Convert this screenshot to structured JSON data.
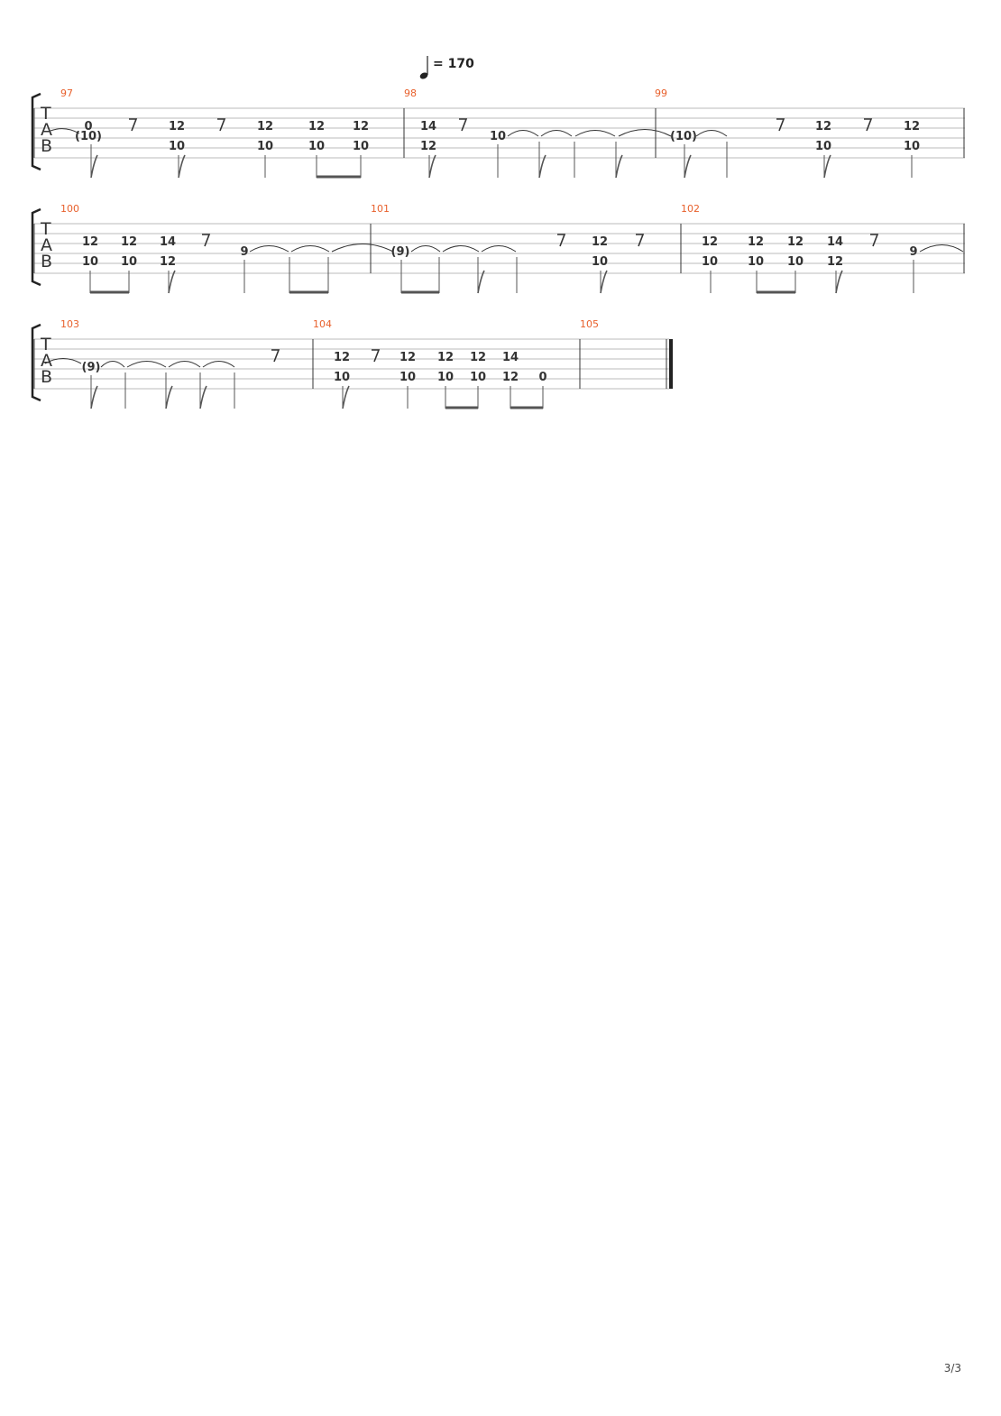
{
  "tempo": {
    "label": "= 170"
  },
  "page_number": "3/3",
  "tab_clef": [
    "T",
    "A",
    "B"
  ],
  "systems": [
    {
      "bars": [
        {
          "number": "97",
          "frets": [
            {
              "string": 2,
              "text": "0"
            },
            {
              "string": 3,
              "text": "(10)"
            },
            {
              "string": 2,
              "text": "12"
            },
            {
              "string": 4,
              "text": "10"
            },
            {
              "string": 2,
              "text": "12"
            },
            {
              "string": 4,
              "text": "10"
            },
            {
              "string": 2,
              "text": "12"
            },
            {
              "string": 4,
              "text": "10"
            },
            {
              "string": 2,
              "text": "12"
            },
            {
              "string": 4,
              "text": "10"
            }
          ]
        },
        {
          "number": "98",
          "frets": [
            {
              "string": 2,
              "text": "14"
            },
            {
              "string": 4,
              "text": "12"
            },
            {
              "string": 3,
              "text": "10"
            }
          ]
        },
        {
          "number": "99",
          "frets": [
            {
              "string": 3,
              "text": "(10)"
            },
            {
              "string": 2,
              "text": "12"
            },
            {
              "string": 4,
              "text": "10"
            },
            {
              "string": 2,
              "text": "12"
            },
            {
              "string": 4,
              "text": "10"
            }
          ]
        }
      ]
    },
    {
      "bars": [
        {
          "number": "100",
          "frets": [
            {
              "string": 2,
              "text": "12"
            },
            {
              "string": 4,
              "text": "10"
            },
            {
              "string": 2,
              "text": "12"
            },
            {
              "string": 4,
              "text": "10"
            },
            {
              "string": 2,
              "text": "14"
            },
            {
              "string": 4,
              "text": "12"
            },
            {
              "string": 3,
              "text": "9"
            }
          ]
        },
        {
          "number": "101",
          "frets": [
            {
              "string": 3,
              "text": "(9)"
            },
            {
              "string": 2,
              "text": "12"
            },
            {
              "string": 4,
              "text": "10"
            }
          ]
        },
        {
          "number": "102",
          "frets": [
            {
              "string": 2,
              "text": "12"
            },
            {
              "string": 4,
              "text": "10"
            },
            {
              "string": 2,
              "text": "12"
            },
            {
              "string": 4,
              "text": "10"
            },
            {
              "string": 2,
              "text": "12"
            },
            {
              "string": 4,
              "text": "10"
            },
            {
              "string": 2,
              "text": "14"
            },
            {
              "string": 4,
              "text": "12"
            },
            {
              "string": 3,
              "text": "9"
            }
          ]
        }
      ]
    },
    {
      "bars": [
        {
          "number": "103",
          "frets": [
            {
              "string": 3,
              "text": "(9)"
            }
          ]
        },
        {
          "number": "104",
          "frets": [
            {
              "string": 2,
              "text": "12"
            },
            {
              "string": 4,
              "text": "10"
            },
            {
              "string": 2,
              "text": "12"
            },
            {
              "string": 4,
              "text": "10"
            },
            {
              "string": 2,
              "text": "12"
            },
            {
              "string": 4,
              "text": "10"
            },
            {
              "string": 2,
              "text": "12"
            },
            {
              "string": 4,
              "text": "10"
            },
            {
              "string": 2,
              "text": "14"
            },
            {
              "string": 4,
              "text": "12"
            },
            {
              "string": 4,
              "text": "0"
            }
          ]
        },
        {
          "number": "105",
          "frets": []
        }
      ]
    }
  ]
}
